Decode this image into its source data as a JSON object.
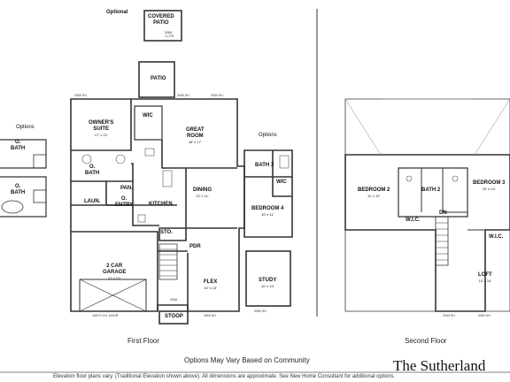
{
  "header": {
    "optional": "Optional"
  },
  "options_labels": {
    "left": "Options",
    "mid": "Options"
  },
  "rooms": {
    "covered_patio": "COVERED\nPATIO",
    "patio": "PATIO",
    "owners_suite": {
      "name": "OWNER'S\nSUITE",
      "dim": "17' x 13'"
    },
    "wic": "WIC",
    "great_room": {
      "name": "GREAT\nROOM",
      "dim": "18' x 17'"
    },
    "o_bath": "O.\nBATH",
    "pan": "PAN.",
    "laun": "LAUN.",
    "entry": "O.\nENTRY",
    "kitchen": "KITCHEN",
    "dining": {
      "name": "DINING",
      "dim": "12' x 11'"
    },
    "sto": "STO.",
    "pdr": "PDR",
    "garage": {
      "name": "2 CAR\nGARAGE",
      "dim": "21' x 22'"
    },
    "flex": {
      "name": "FLEX",
      "dim": "10' x 13'"
    },
    "stoop": "STOOP",
    "bath3": "BATH 3",
    "wic2": "WIC",
    "bedroom4": {
      "name": "BEDROOM 4",
      "dim": "10' x 11'"
    },
    "study": {
      "name": "STUDY",
      "dim": "10' x 13'"
    },
    "opt_bath1": "O.\nBATH",
    "opt_bath2": "O.\nBATH",
    "bedroom2": {
      "name": "BEDROOM 2",
      "dim": "11' x 12'"
    },
    "bath2": "BATH 2",
    "bedroom3": {
      "name": "BEDROOM 3",
      "dim": "10' x 14'"
    },
    "wic_a": "W.I.C.",
    "wic_b": "W.I.C.",
    "dn": "DN",
    "loft": {
      "name": "LOFT",
      "dim": "10' x 14'"
    }
  },
  "annotations": {
    "a1": "3068\n1-LITE",
    "a2": "3050 SH",
    "a3": "3050 SH",
    "a4": "3050 SH",
    "a5": "16070 O.H. DOOR",
    "a6": "3068",
    "a7": "3050 SH",
    "a8": "3050 SH",
    "a9": "2040 SH",
    "a10": "3050 SH"
  },
  "captions": {
    "first_floor": "First Floor",
    "second_floor": "Second Floor",
    "options_note": "Options May Vary Based on Community",
    "brand": "The Sutherland",
    "disclaimer": "Elevation floor plans vary. (Traditional Elevation shown above). All dimensions are approximate. See New Home Consultant for additional options."
  }
}
